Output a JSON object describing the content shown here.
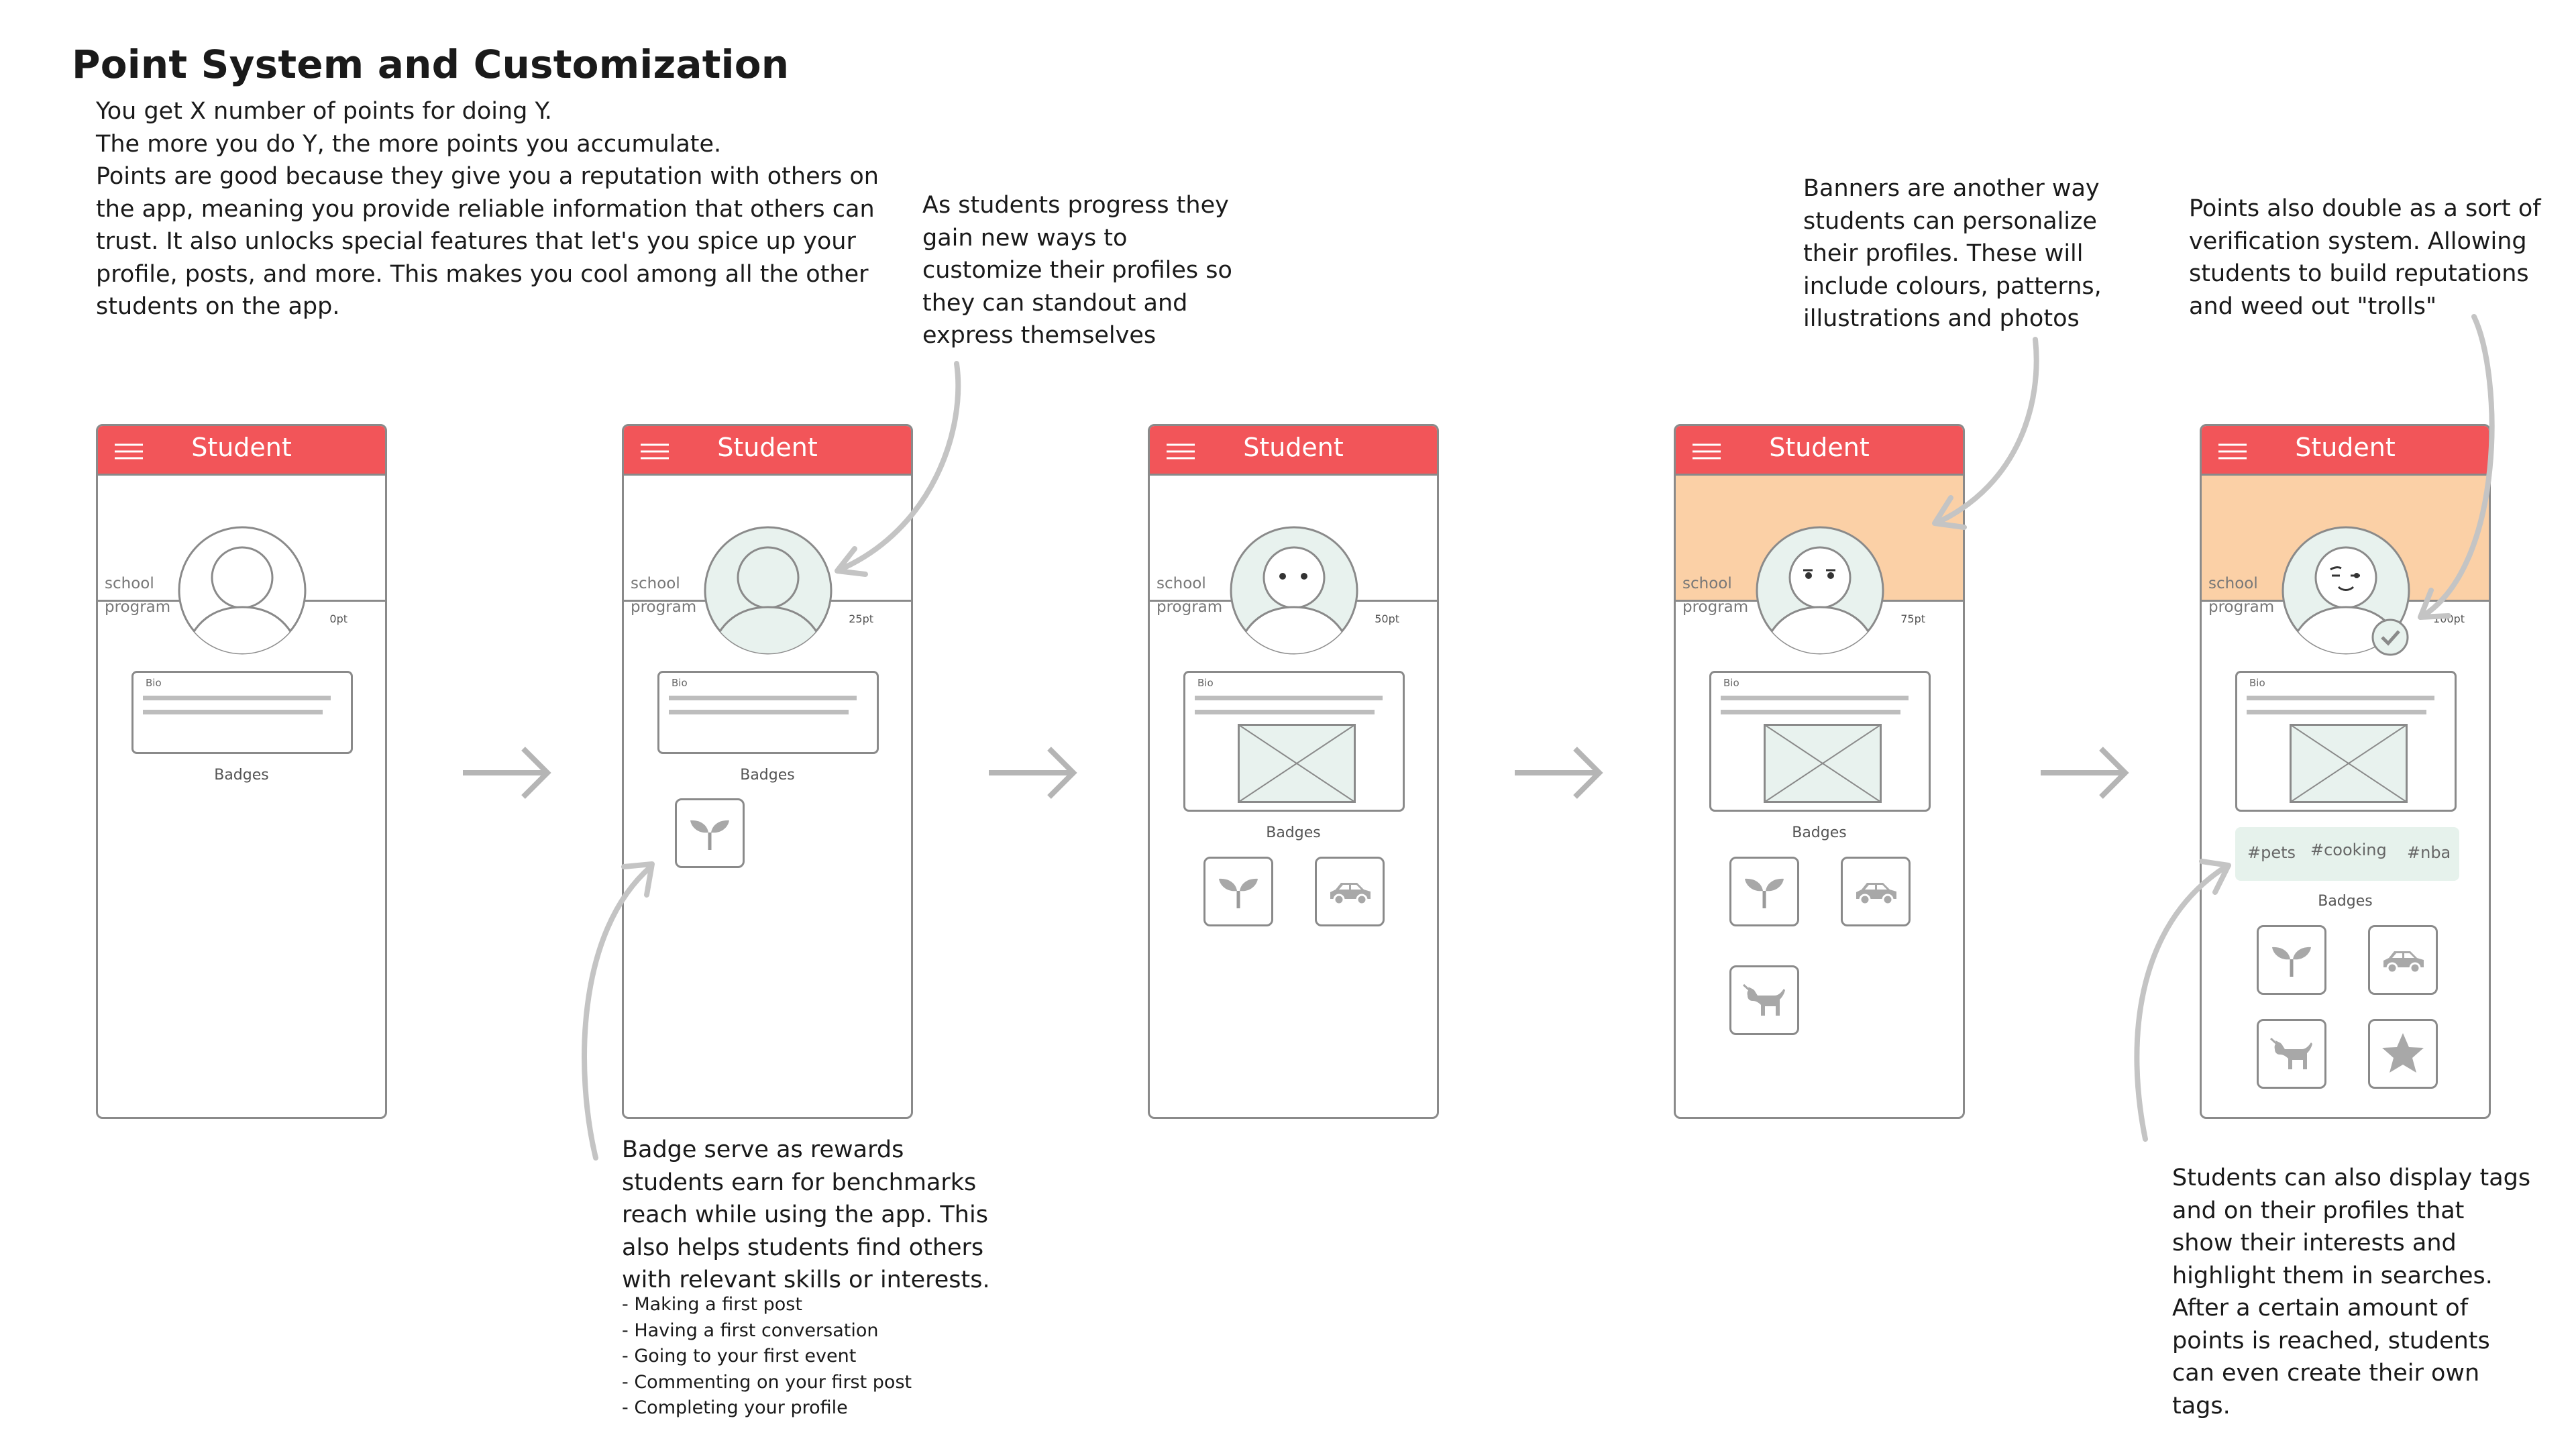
{
  "title": "Point System and Customization",
  "intro": [
    "You get X number of points for doing Y.",
    "The more you do Y, the more points you accumulate.",
    "Points are good because they give you a reputation with others on",
    "the app, meaning you provide reliable information that others can",
    "trust. It also unlocks special features that let's you spice up your",
    "profile, posts, and more. This makes you cool among all the other",
    "students on the app."
  ],
  "notes": {
    "customize": [
      "As students progress they",
      "gain new ways to",
      "customize their profiles so",
      "they can standout and",
      "express themselves"
    ],
    "banners": [
      "Banners are another way",
      "students can personalize",
      "their profiles. These will",
      "include colours, patterns,",
      "illustrations and photos"
    ],
    "verification": [
      "Points also double as a sort of",
      "verification system. Allowing",
      "students to build reputations",
      "and weed out \"trolls\""
    ],
    "badges": [
      "Badge serve as rewards",
      "students earn for benchmarks",
      "reach while using the app. This",
      "also helps students find others",
      "with relevant skills or interests."
    ],
    "badge_list": [
      "- Making a first post",
      "- Having a first conversation",
      "- Going to your first event",
      "- Commenting on your first post",
      "- Completing your profile"
    ],
    "tags": [
      "Students can also display tags",
      "and on their profiles that",
      "show their interests and",
      "highlight them in searches.",
      "After a certain amount of",
      "points is reached, students",
      "can even create their own",
      "tags."
    ]
  },
  "phone": {
    "header_title": "Student",
    "school_label": "school",
    "program_label": "program",
    "bio_label": "Bio",
    "badges_label": "Badges"
  },
  "stages": [
    {
      "points": "0pt",
      "badges": []
    },
    {
      "points": "25pt",
      "badges": [
        "plant-icon"
      ]
    },
    {
      "points": "50pt",
      "badges": [
        "plant-icon",
        "car-icon"
      ]
    },
    {
      "points": "75pt",
      "badges": [
        "plant-icon",
        "car-icon",
        "dog-icon"
      ]
    },
    {
      "points": "100pt",
      "badges": [
        "plant-icon",
        "car-icon",
        "dog-icon",
        "star-icon"
      ]
    }
  ],
  "tags": [
    "#pets",
    "#cooking",
    "#nba"
  ],
  "colors": {
    "header": "#f25559",
    "banner": "#fbd0a6",
    "avatar_fill": "#e8f2ee",
    "tags_bg": "#e6f2ec",
    "outline": "#8a8a8a"
  }
}
